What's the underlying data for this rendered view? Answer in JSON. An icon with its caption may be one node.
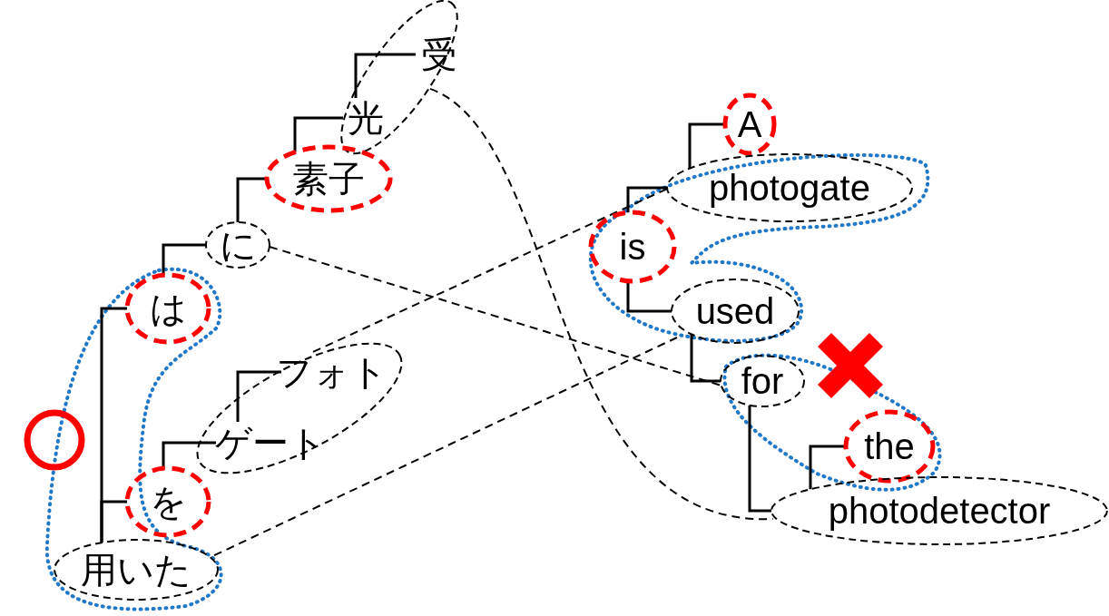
{
  "diagram": {
    "nodes": [
      {
        "text": [],
        "shape": "ellipse"
      },
      {
        "text": [
          "受"
        ],
        "in": 0
      },
      {
        "text": [
          "光"
        ],
        "in": 0
      },
      {
        "text": [
          "素子"
        ]
      },
      {
        "text": [
          "に"
        ]
      },
      {
        "text": [
          "は"
        ]
      },
      {
        "text": [],
        "shape": "ellipse"
      },
      {
        "text": [
          "フォト"
        ],
        "in": 6
      },
      {
        "text": [
          "ゲート"
        ],
        "in": 6
      },
      {
        "text": [
          "を"
        ]
      },
      {
        "text": [
          "用いた"
        ]
      },
      {
        "text": [
          "A"
        ]
      },
      {
        "text": [
          "photogate"
        ]
      },
      {
        "text": [
          "is"
        ]
      },
      {
        "text": [
          "used"
        ]
      },
      {
        "text": [
          "for"
        ]
      },
      {
        "text": [
          "the"
        ]
      },
      {
        "text": [
          "photodetector"
        ]
      },
      {
        "text": [],
        "shape": "circle"
      },
      {
        "text": [],
        "shape": "cross"
      }
    ],
    "edges": [
      {
        "from": 2,
        "to": 1,
        "arrow": "none"
      },
      {
        "from": 3,
        "to": 2,
        "arrow": "none"
      },
      {
        "from": 4,
        "to": 3,
        "arrow": "none"
      },
      {
        "from": 5,
        "to": 4,
        "arrow": "none"
      },
      {
        "from": 10,
        "to": 5,
        "arrow": "none"
      },
      {
        "from": 10,
        "to": 9,
        "arrow": "none"
      },
      {
        "from": 8,
        "to": 7,
        "arrow": "none"
      },
      {
        "from": 9,
        "to": 8,
        "arrow": "none"
      },
      {
        "from": 12,
        "to": 11,
        "arrow": "none"
      },
      {
        "from": 13,
        "to": 12,
        "arrow": "none"
      },
      {
        "from": 13,
        "to": 14,
        "arrow": "none"
      },
      {
        "from": 14,
        "to": 15,
        "arrow": "none"
      },
      {
        "from": 15,
        "to": 17,
        "arrow": "none"
      },
      {
        "from": 17,
        "to": 16,
        "arrow": "none"
      },
      {
        "from": 0,
        "to": 17,
        "arrow": "none",
        "style": "dashed"
      },
      {
        "from": 4,
        "to": 15,
        "arrow": "none",
        "style": "dashed"
      },
      {
        "from": 6,
        "to": 12,
        "arrow": "none",
        "style": "dashed"
      },
      {
        "from": 10,
        "to": 14,
        "arrow": "none",
        "style": "dashed"
      }
    ]
  }
}
